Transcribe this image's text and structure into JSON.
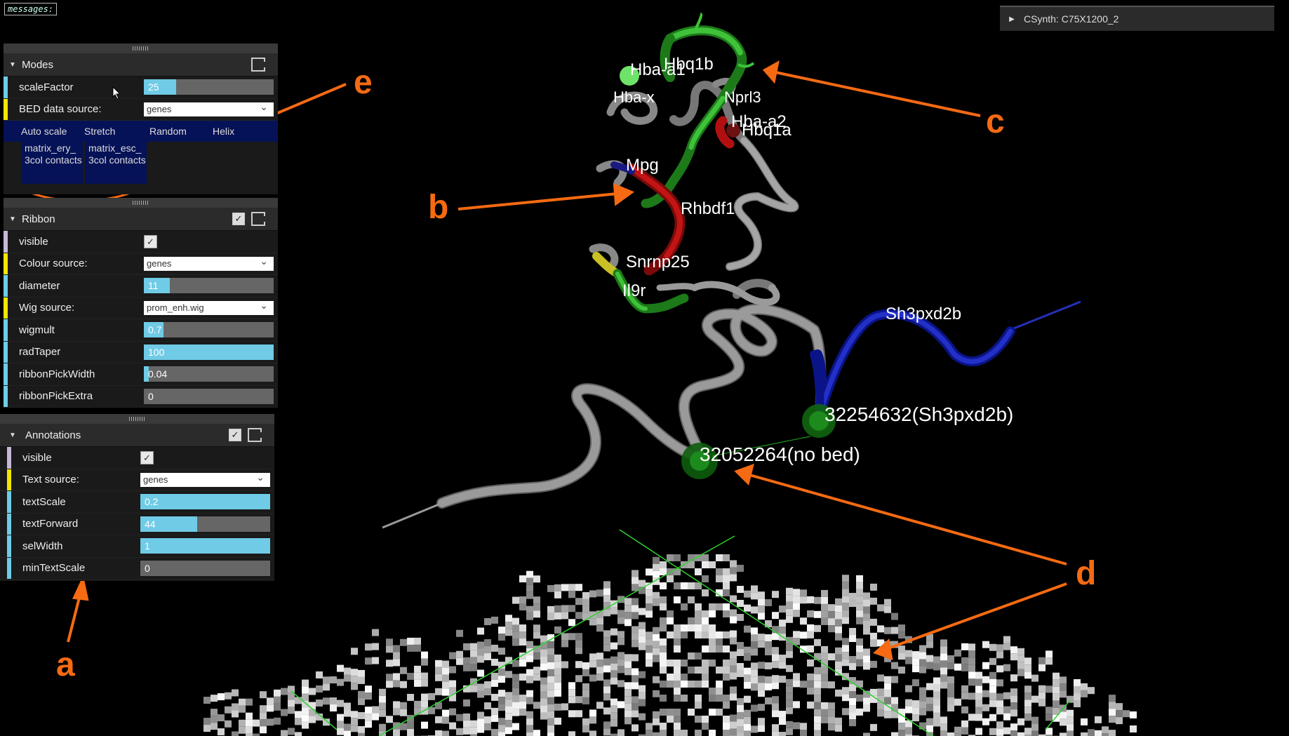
{
  "messages_label": "messages:",
  "synth_title": "CSynth: C75X1200_2",
  "modes": {
    "title": "Modes",
    "scale_factor": {
      "label": "scaleFactor",
      "value": "25",
      "fraction": 0.25
    },
    "bed_source": {
      "label": "BED data source:",
      "value": "genes"
    },
    "buttons": [
      "Auto scale",
      "Stretch",
      "Random",
      "Helix"
    ],
    "matrix": [
      "matrix_ery_ 3col contacts",
      "matrix_esc_ 3col contacts"
    ]
  },
  "ribbon": {
    "title": "Ribbon",
    "visible_label": "visible",
    "colour_source": {
      "label": "Colour source:",
      "value": "genes"
    },
    "diameter": {
      "label": "diameter",
      "value": "11",
      "fraction": 0.2
    },
    "wig_source": {
      "label": "Wig source:",
      "value": "prom_enh.wig"
    },
    "wigmult": {
      "label": "wigmult",
      "value": "0.7",
      "fraction": 0.15
    },
    "radtaper": {
      "label": "radTaper",
      "value": "100",
      "fraction": 1.0
    },
    "pickwidth": {
      "label": "ribbonPickWidth",
      "value": "0.04",
      "fraction": 0.04
    },
    "pickextra": {
      "label": "ribbonPickExtra",
      "value": "0",
      "fraction": 0.0
    }
  },
  "annotations": {
    "title": "Annotations",
    "visible_label": "visible",
    "text_source": {
      "label": "Text source:",
      "value": "genes"
    },
    "textscale": {
      "label": "textScale",
      "value": "0.2",
      "fraction": 1.0
    },
    "textforward": {
      "label": "textForward",
      "value": "44",
      "fraction": 0.44
    },
    "selwidth": {
      "label": "selWidth",
      "value": "1",
      "fraction": 1.0
    },
    "mintextscale": {
      "label": "minTextScale",
      "value": "0",
      "fraction": 0.0
    }
  },
  "gene_labels": {
    "hba_a1": "Hba-a1",
    "hbq1b": "Hbq1b",
    "hba_x": "Hba-x",
    "nprl3": "Nprl3",
    "hba_a2": "Hba-a2",
    "hbq1a": "Hbq1a",
    "mpg": "Mpg",
    "rhbdf1": "Rhbdf1",
    "snrnp25": "Snrnp25",
    "il9r": "Il9r",
    "sh3pxd2b": "Sh3pxd2b",
    "sel1": "32254632(Sh3pxd2b)",
    "sel2": "32052264(no bed)"
  },
  "annotation_letters": {
    "a": "a",
    "b": "b",
    "c": "c",
    "d": "d",
    "e": "e"
  },
  "colors": {
    "accent": "#6fcbe6",
    "arrow": "#f56a12",
    "gene_green": "#2fa82a",
    "gene_red": "#b21010",
    "gene_blue": "#0a1aa0",
    "tube_grey": "#8a8a8a"
  }
}
